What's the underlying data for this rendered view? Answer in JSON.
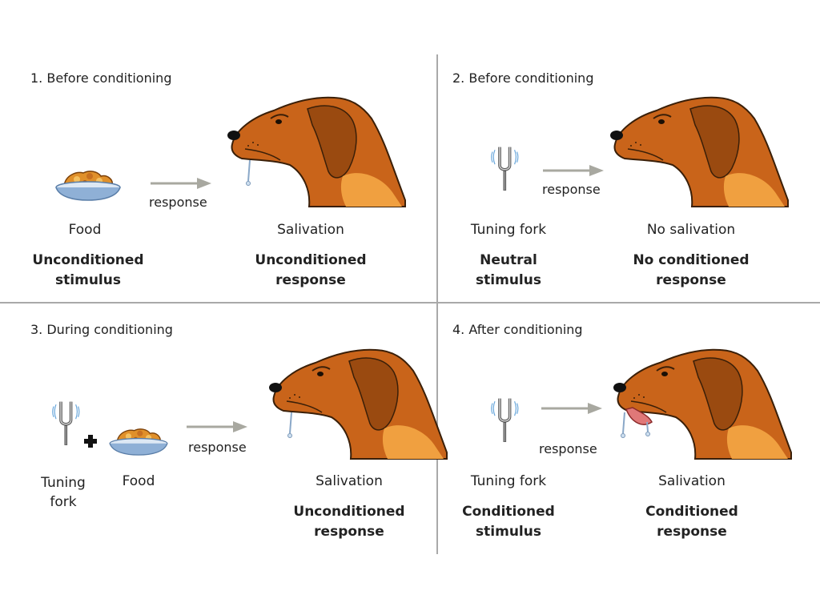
{
  "panels": [
    {
      "title": "1. Before conditioning",
      "stimulus_items": [
        "Food"
      ],
      "arrow_label": "response",
      "outcome_label": "Salivation",
      "stimulus_term": "Unconditioned\nstimulus",
      "outcome_term": "Unconditioned\nresponse"
    },
    {
      "title": "2. Before conditioning",
      "stimulus_items": [
        "Tuning fork"
      ],
      "arrow_label": "response",
      "outcome_label": "No salivation",
      "stimulus_term": "Neutral\nstimulus",
      "outcome_term": "No conditioned\nresponse"
    },
    {
      "title": "3. During conditioning",
      "stimulus_items": [
        "Tuning\nfork",
        "Food"
      ],
      "arrow_label": "response",
      "outcome_label": "Salivation",
      "stimulus_term": "",
      "outcome_term": "Unconditioned\nresponse"
    },
    {
      "title": "4. After conditioning",
      "stimulus_items": [
        "Tuning fork"
      ],
      "arrow_label": "response",
      "outcome_label": "Salivation",
      "stimulus_term": "Conditioned\nstimulus",
      "outcome_term": "Conditioned\nresponse"
    }
  ],
  "icons": {
    "dog": "dog-head-icon",
    "food": "food-bowl-icon",
    "fork": "tuning-fork-icon",
    "arrow": "arrow-right-icon",
    "plus": "plus-icon"
  },
  "colors": {
    "dog_fur": "#c9641a",
    "dog_shadow": "#9a4a10",
    "dog_highlight": "#f0a040",
    "divider": "#a9a9a9",
    "arrow": "#a8a8a0",
    "fork": "#8a8a8a",
    "bowl": "#8fb0d6",
    "food": "#e0902a"
  }
}
